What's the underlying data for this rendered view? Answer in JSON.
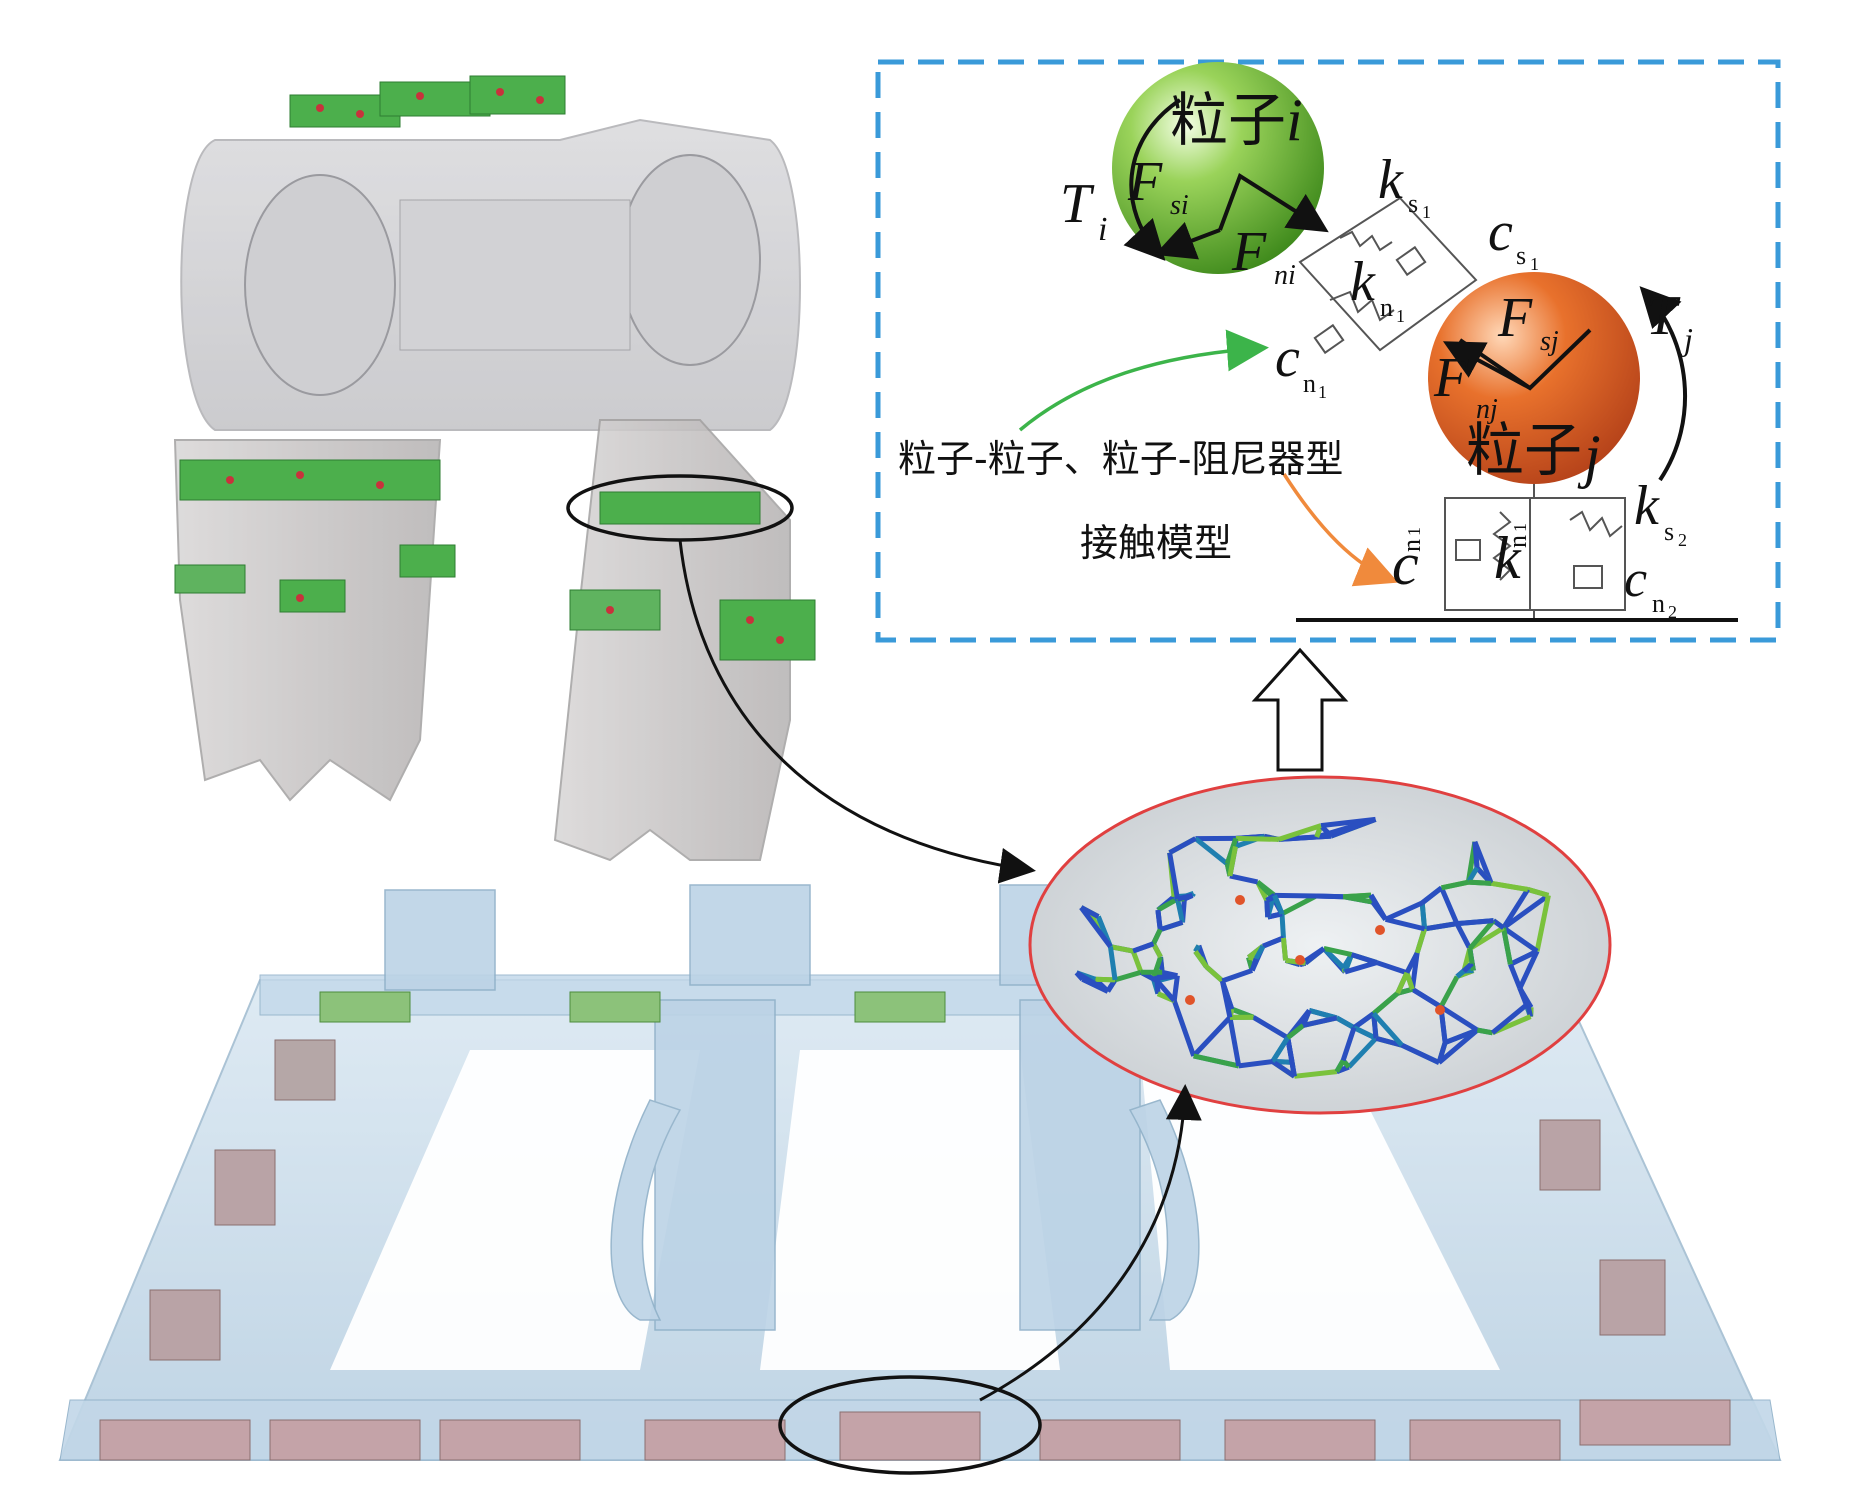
{
  "colors": {
    "dashed_frame": "#3a9ad9",
    "particle_i": "#6cc23a",
    "particle_j": "#e0642a",
    "green_arrow": "#3cb44a",
    "orange_arrow": "#f08a3c",
    "zoom_ellipse": "#e04040",
    "cluster_green": "#3fae3f",
    "cluster_red": "#c8323c",
    "mesh_blue": "#2a4fc0",
    "mesh_green": "#7ac23c",
    "frame_blue": "#b9d2e6",
    "housing_grey": "#c9c9cc"
  },
  "contact_model": {
    "particle_i_label": "粒子",
    "particle_i_var": "i",
    "particle_j_label": "粒子",
    "particle_j_var": "j",
    "Ti": {
      "main": "T",
      "sub": "i"
    },
    "Tj": {
      "main": "T",
      "sub": "j"
    },
    "Fsi": {
      "main": "F",
      "sub": "si"
    },
    "Fni": {
      "main": "F",
      "sub": "ni"
    },
    "Fsj": {
      "main": "F",
      "sub": "sj"
    },
    "Fnj": {
      "main": "F",
      "sub": "nj"
    },
    "ks1": {
      "main": "k",
      "sub": "s",
      "subsub": "1"
    },
    "cs1": {
      "main": "c",
      "sub": "s",
      "subsub": "1"
    },
    "kn1": {
      "main": "k",
      "sub": "n",
      "subsub": "1"
    },
    "cn1": {
      "main": "c",
      "sub": "n",
      "subsub": "1"
    },
    "ks2": {
      "main": "k",
      "sub": "s",
      "subsub": "2"
    },
    "cn1_wall": {
      "main": "c",
      "sub": "n",
      "subsub": "1"
    },
    "kn1_wall": {
      "main": "k",
      "sub": "n",
      "subsub": "1"
    },
    "cn2": {
      "main": "c",
      "sub": "n",
      "subsub": "2"
    },
    "caption_line1": "粒子-粒子、粒子-阻尼器型",
    "caption_line2": "接触模型"
  }
}
